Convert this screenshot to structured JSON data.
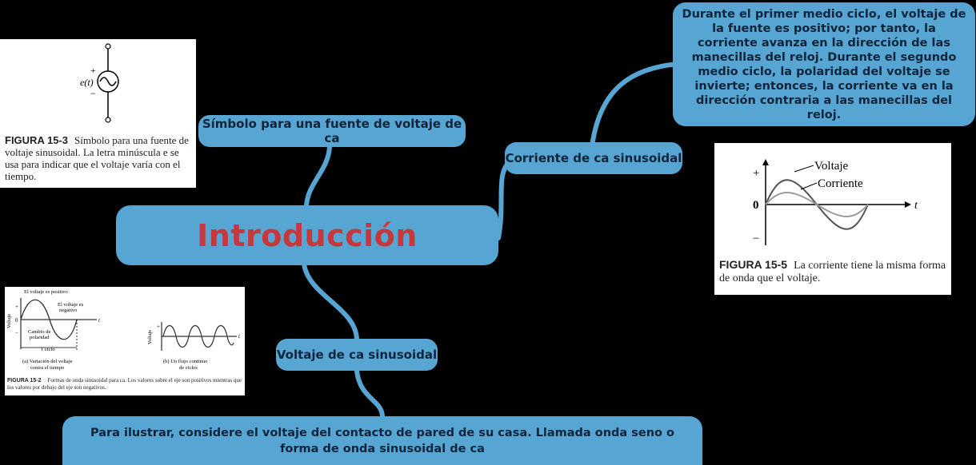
{
  "central": {
    "title": "Introducción"
  },
  "nodes": {
    "simbolo": "Símbolo para una fuente de voltaje de ca",
    "corriente": "Corriente de ca sinusoidal",
    "durante": "Durante el primer medio ciclo, el voltaje de la fuente es positivo; por tanto, la corriente avanza en la dirección de las manecillas del reloj. Durante el segundo medio ciclo, la polaridad del voltaje se invierte; entonces, la corriente va en la dirección contraria a las manecillas del reloj.",
    "voltaje": "Voltaje de ca sinusoidal",
    "para": "Para ilustrar, considere el voltaje del contacto de pared de su casa. Llamada onda seno o forma de onda sinusoidal de ca"
  },
  "figures": {
    "fig153": {
      "label_plus": "+",
      "label_e": "e(t)",
      "label_minus": "−",
      "caption_num": "FIGURA 15-3",
      "caption_text": "Símbolo para una fuente de voltaje sinusoidal. La letra minúscula e se usa para indicar que el voltaje varía con el tiempo."
    },
    "fig155": {
      "label_plus": "+",
      "label_zero": "0",
      "label_minus": "−",
      "label_t": "t",
      "legend_voltaje": "Voltaje",
      "legend_corriente": "Corriente",
      "caption_num": "FIGURA 15-5",
      "caption_text": "La corriente tiene la misma forma de onda que el voltaje."
    },
    "fig152": {
      "positivo": "El voltaje es positivo",
      "negativo_1": "El voltaje es",
      "negativo_2": "negativo",
      "cambio_1": "Cambio de",
      "cambio_2": "polaridad",
      "ciclo": "1 ciclo",
      "ylabel": "Voltaje",
      "label_t": "t",
      "label_plus": "+",
      "label_zero": "0",
      "label_minus": "−",
      "sub_a_1": "(a) Variación del voltaje",
      "sub_a_2": "contra el tiempo",
      "sub_b_1": "(b) Un flujo continuo",
      "sub_b_2": "de ciclos",
      "caption_num": "FIGURA 15-2",
      "caption_text": "Formas de onda sinusoidal para ca. Los valores sobre el eje son positivos mientras que los valores por debajo del eje son negativos."
    }
  },
  "colors": {
    "background": "#000000",
    "node_fill": "#56a5d2",
    "node_text": "#10243a",
    "central_text": "#c8373c",
    "connector": "#56a5d2"
  }
}
